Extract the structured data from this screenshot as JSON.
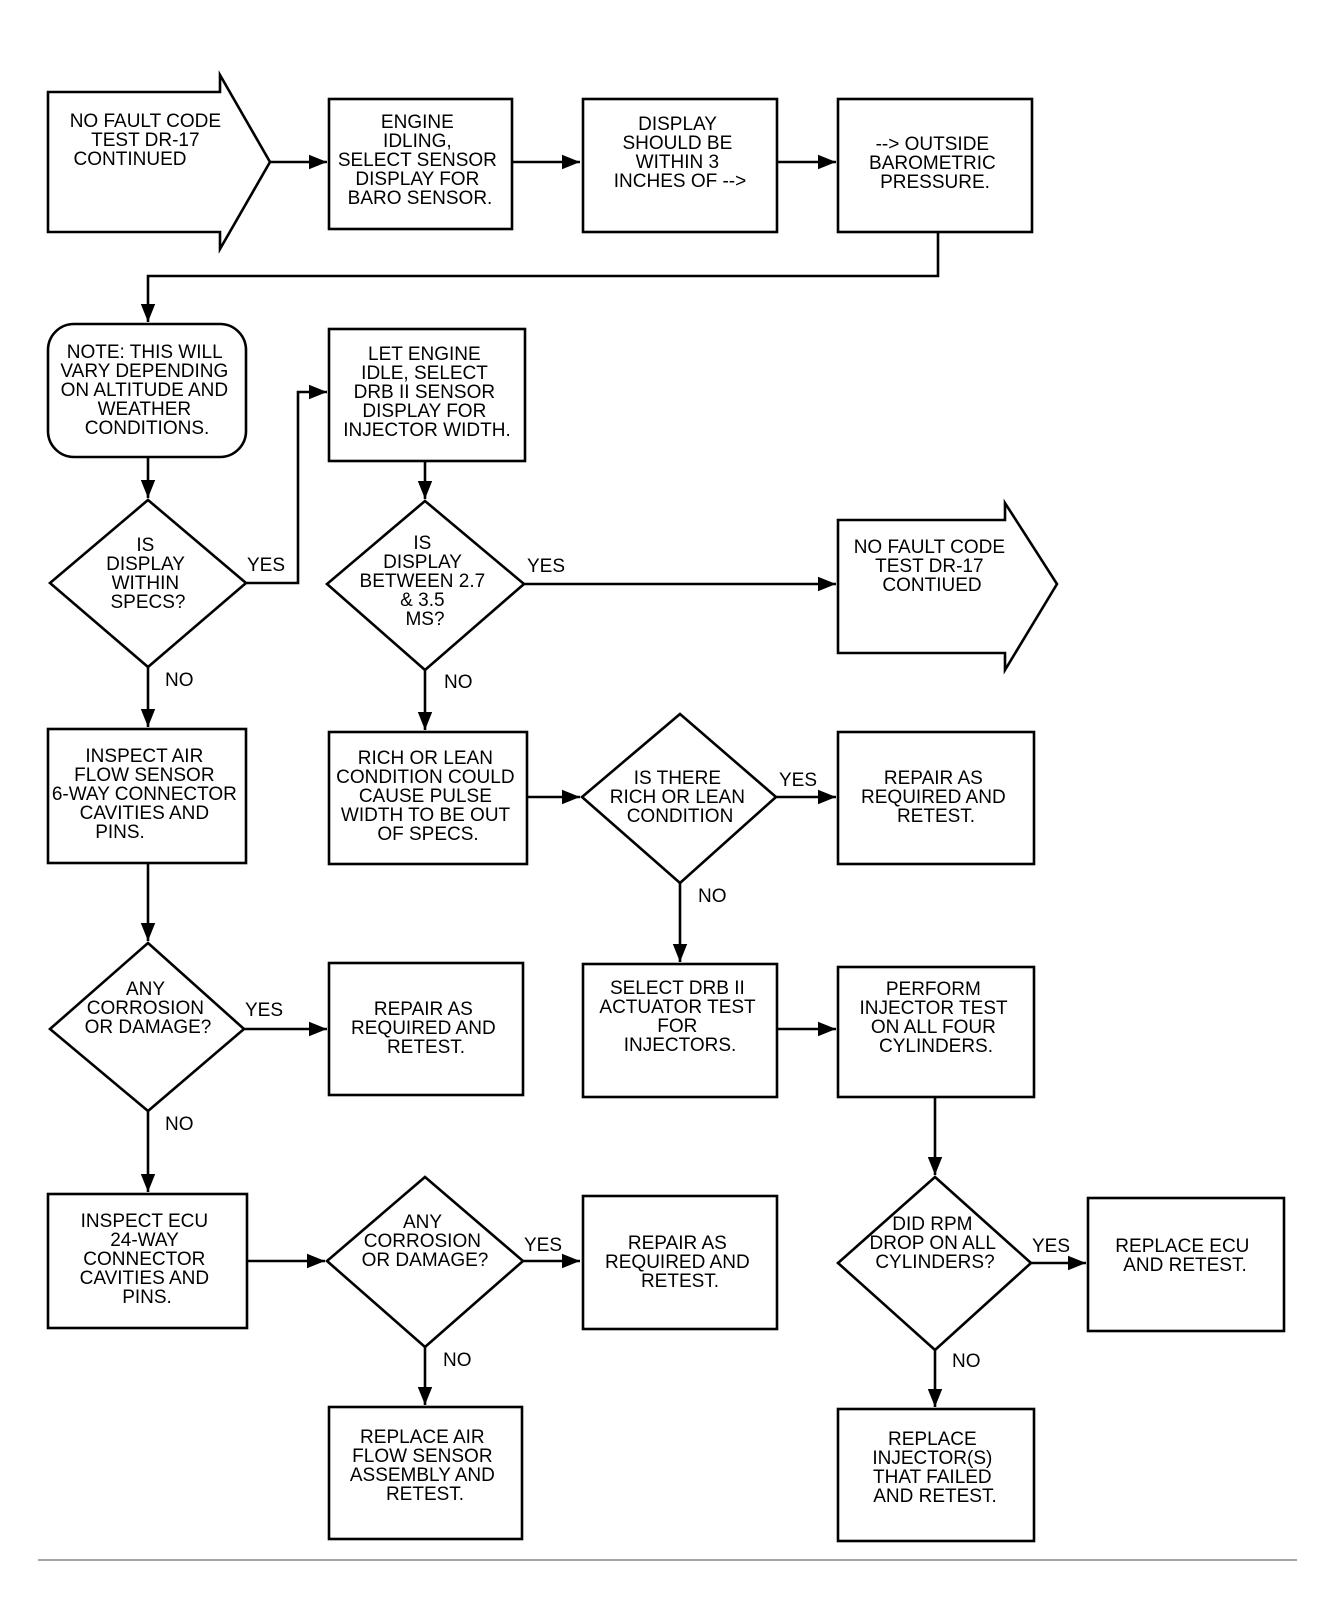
{
  "flowchart": {
    "nodes": {
      "start": [
        "NO FAULT CODE",
        "TEST DR-17",
        "CONTINUED"
      ],
      "engine_idle": [
        "ENGINE",
        "IDLING,",
        "SELECT SENSOR",
        "DISPLAY FOR",
        "BARO SENSOR."
      ],
      "display_within": [
        "DISPLAY",
        "SHOULD BE",
        "WITHIN 3",
        "INCHES OF -->"
      ],
      "outside_baro": [
        "--> OUTSIDE",
        "BAROMETRIC",
        "PRESSURE."
      ],
      "note": [
        "NOTE: THIS WILL",
        "VARY DEPENDING",
        "ON ALTITUDE AND",
        "WEATHER",
        "CONDITIONS."
      ],
      "let_engine": [
        "LET ENGINE",
        "IDLE, SELECT",
        "DRB II SENSOR",
        "DISPLAY FOR",
        "INJECTOR WIDTH."
      ],
      "q_display_specs": [
        "IS",
        "DISPLAY",
        "WITHIN",
        "SPECS?"
      ],
      "q_display_between": [
        "IS",
        "DISPLAY",
        "BETWEEN 2.7",
        "& 3.5",
        "MS?"
      ],
      "end_continued": [
        "NO FAULT CODE",
        "TEST DR-17",
        "CONTIUED"
      ],
      "inspect_air": [
        "INSPECT AIR",
        "FLOW SENSOR",
        "6-WAY CONNECTOR",
        "CAVITIES AND",
        "PINS."
      ],
      "rich_lean": [
        "RICH OR LEAN",
        "CONDITION COULD",
        "CAUSE PULSE",
        "WIDTH TO BE OUT",
        "OF SPECS."
      ],
      "q_rich_lean": [
        "IS THERE",
        "RICH OR LEAN",
        "CONDITION"
      ],
      "repair_1": [
        "REPAIR AS",
        "REQUIRED AND",
        "RETEST."
      ],
      "q_corrosion_1": [
        "ANY",
        "CORROSION",
        "OR DAMAGE?"
      ],
      "repair_2": [
        "REPAIR AS",
        "REQUIRED AND",
        "RETEST."
      ],
      "select_drb": [
        "SELECT DRB II",
        "ACTUATOR TEST",
        "FOR",
        "INJECTORS."
      ],
      "perform_injector": [
        "PERFORM",
        "INJECTOR TEST",
        "ON ALL FOUR",
        "CYLINDERS."
      ],
      "inspect_ecu": [
        "INSPECT ECU",
        "24-WAY",
        "CONNECTOR",
        "CAVITIES AND",
        "PINS."
      ],
      "q_corrosion_2": [
        "ANY",
        "CORROSION",
        "OR DAMAGE?"
      ],
      "repair_3": [
        "REPAIR AS",
        "REQUIRED AND",
        "RETEST."
      ],
      "q_rpm_drop": [
        "DID RPM",
        "DROP ON ALL",
        "CYLINDERS?"
      ],
      "replace_ecu": [
        "REPLACE ECU",
        "AND RETEST."
      ],
      "replace_airflow": [
        "REPLACE AIR",
        "FLOW SENSOR",
        "ASSEMBLY AND",
        "RETEST."
      ],
      "replace_injectors": [
        "REPLACE",
        "INJECTOR(S)",
        "THAT FAILED",
        "AND RETEST."
      ]
    },
    "edge_labels": {
      "yes": "YES",
      "no": "NO"
    }
  }
}
